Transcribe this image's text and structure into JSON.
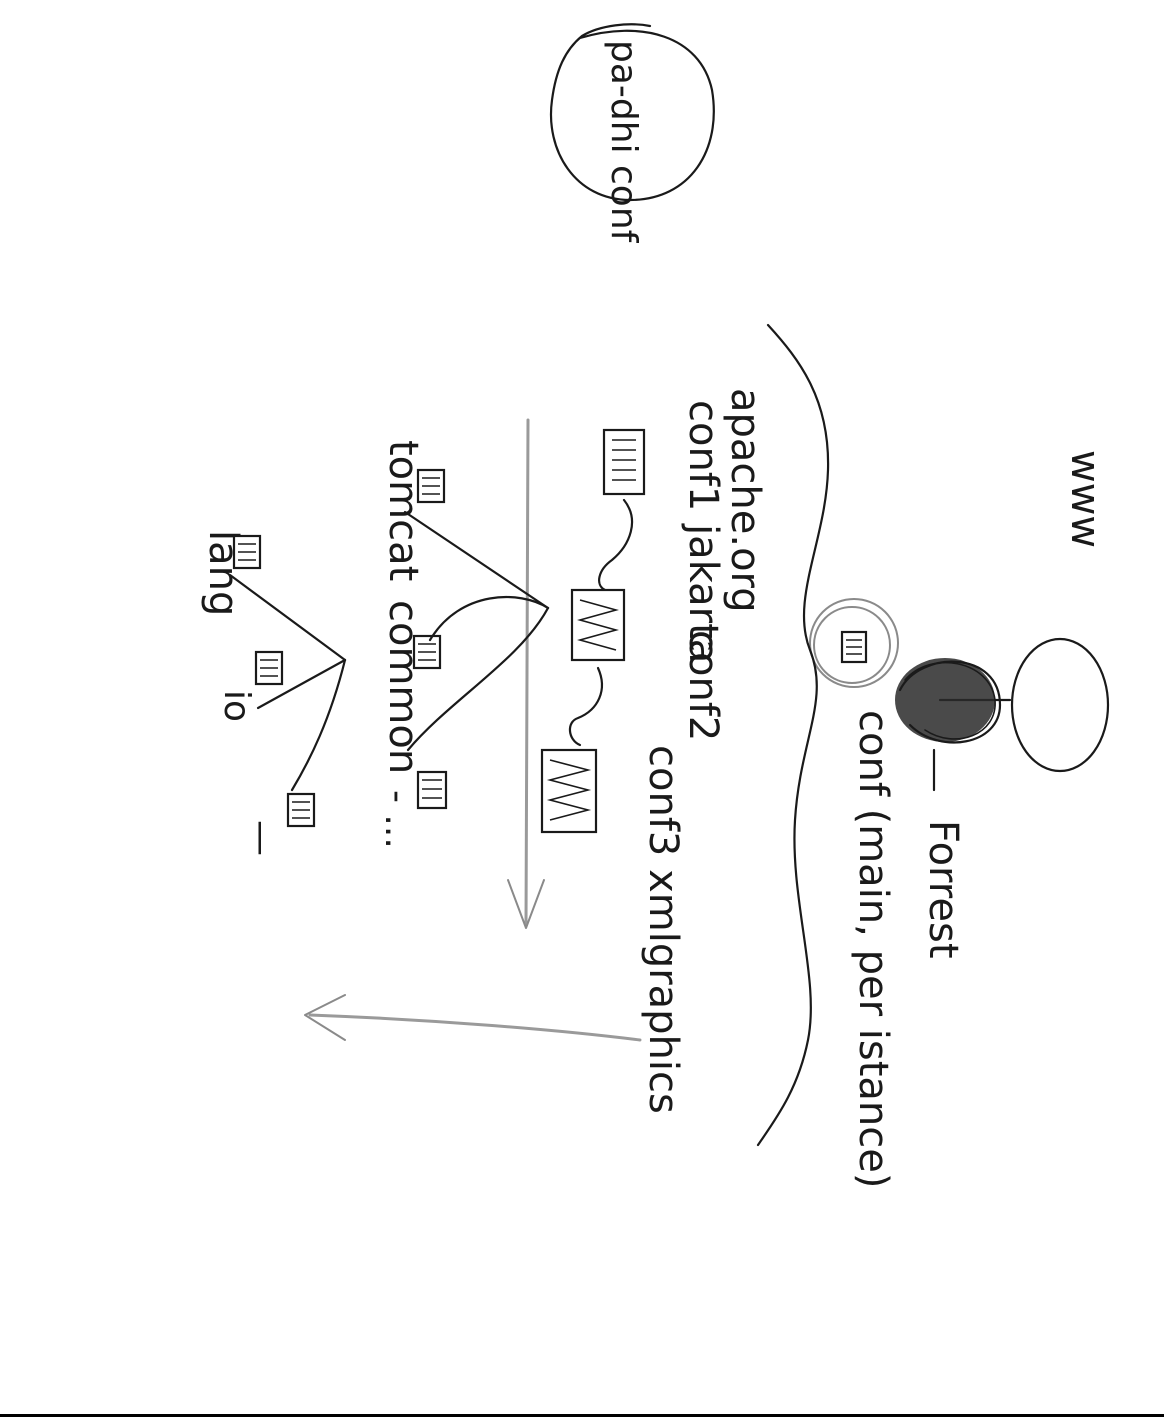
{
  "labels": {
    "top_corner": "pa-dhi conf",
    "www": "www",
    "forrest": "Forrest",
    "conf_instance": "conf (main, per istance)",
    "apache": "apache.org",
    "conf1_jakarta": "conf1 jakarta",
    "conf2": "conf2",
    "conf3_xmlgraphics": "conf3 xmlgraphics",
    "tomcat": "tomcat",
    "common": "common",
    "common_dots": "- ...",
    "lang": "lang",
    "io": "io",
    "io_dash": "—"
  },
  "icons": [
    "person-icon",
    "document-icon",
    "arrow-icon"
  ]
}
